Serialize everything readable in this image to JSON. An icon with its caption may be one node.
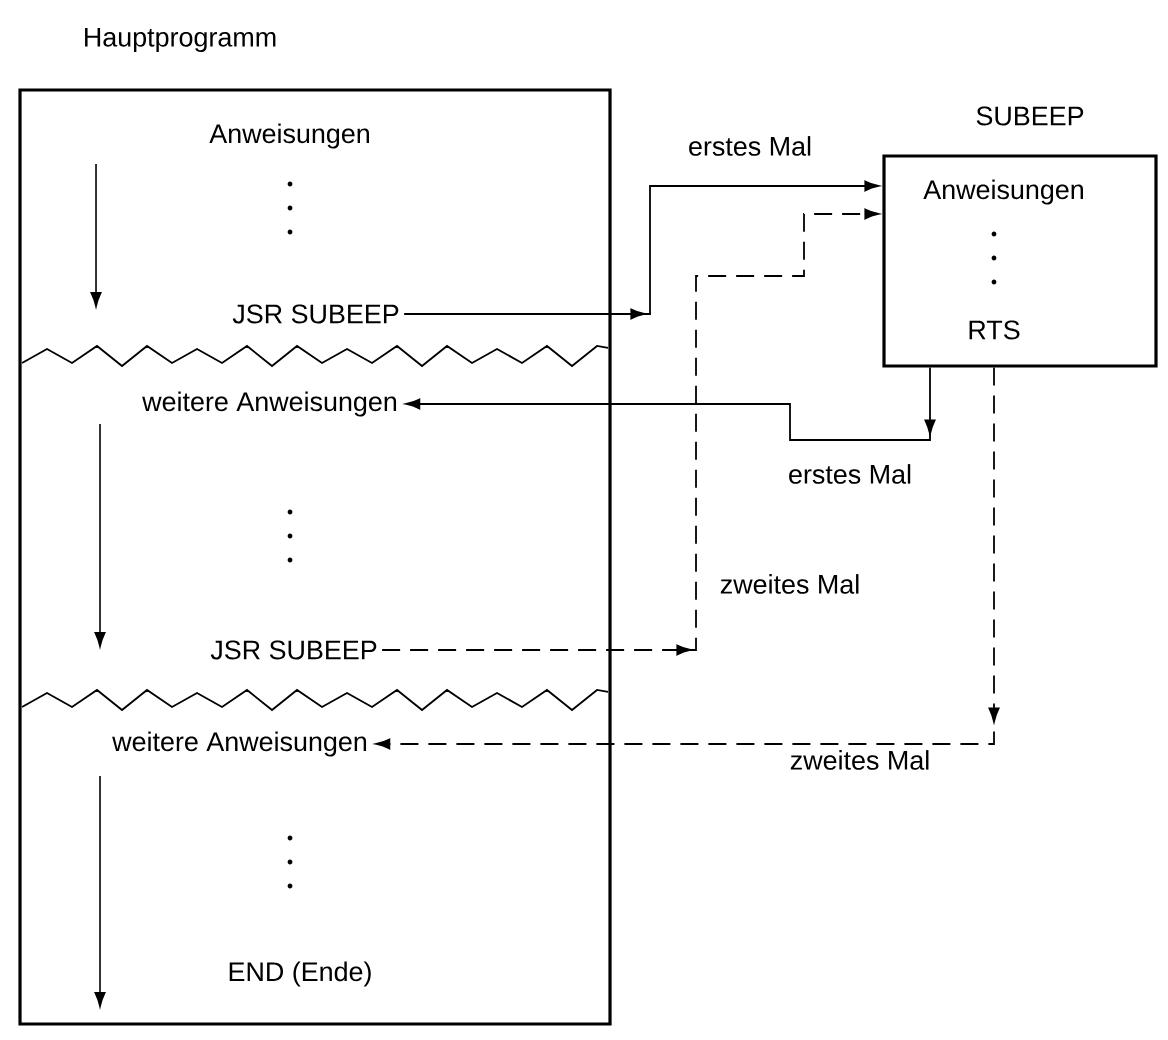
{
  "diagram": {
    "nodes": [
      {
        "text": [
          "Hauptprogramm"
        ]
      },
      {
        "text": [
          "Anweisungen"
        ],
        "in": 0
      },
      {
        "text": [
          "JSR SUBEEP"
        ],
        "in": 0
      },
      {
        "text": [
          "weitere Anweisungen"
        ],
        "in": 0
      },
      {
        "text": [
          "JSR SUBEEP"
        ],
        "in": 0
      },
      {
        "text": [
          "weitere Anweisungen"
        ],
        "in": 0
      },
      {
        "text": [
          "END (Ende)"
        ],
        "in": 0
      },
      {
        "text": [
          "SUBEEP",
          "Anweisungen",
          "RTS"
        ]
      }
    ],
    "edges": [
      {
        "from": 2,
        "to": 7,
        "arrow": "to",
        "label": "erstes Mal"
      },
      {
        "from": 7,
        "to": 3,
        "arrow": "to",
        "label": "erstes Mal"
      },
      {
        "from": 4,
        "to": 7,
        "arrow": "to",
        "label": "zweites Mal",
        "style": "dashed"
      },
      {
        "from": 7,
        "to": 5,
        "arrow": "to",
        "label": "zweites Mal",
        "style": "dashed"
      }
    ]
  }
}
